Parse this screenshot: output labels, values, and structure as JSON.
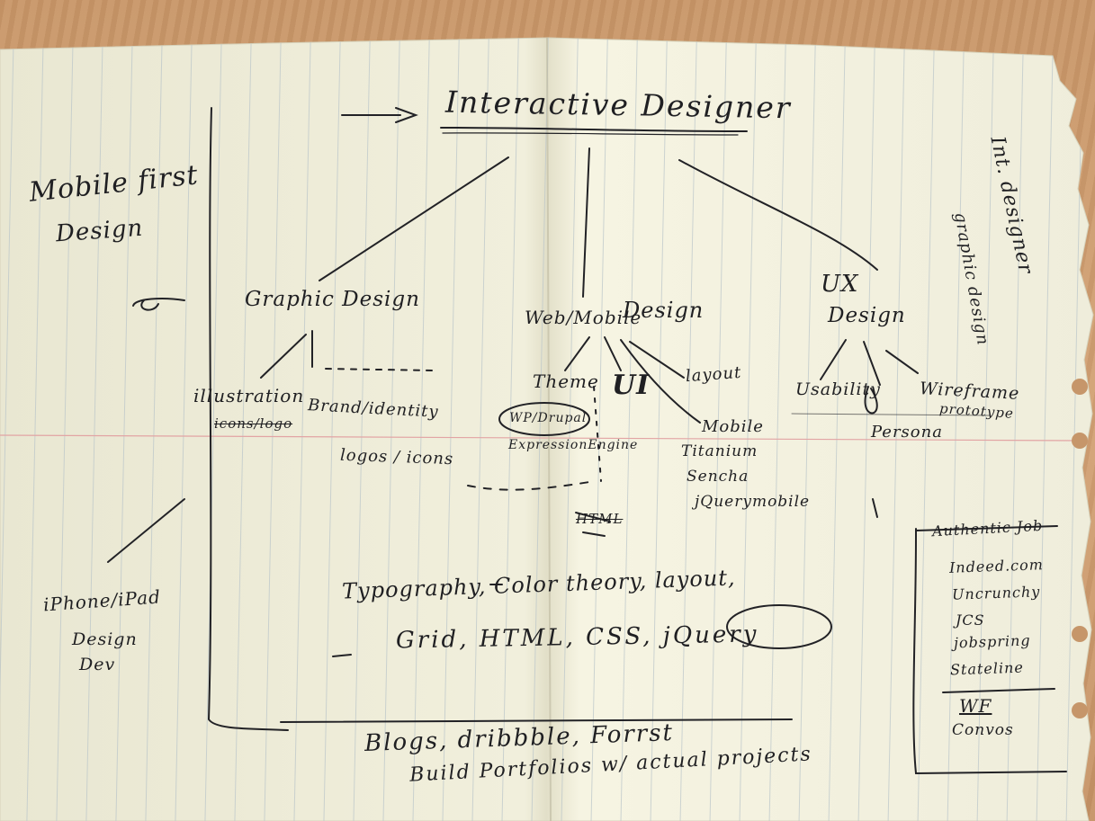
{
  "sketch": {
    "title": "Interactive Designer",
    "left_notes": {
      "line1": "Mobile first",
      "line2": "Design"
    },
    "right_vertical": {
      "line1": "Int. designer",
      "line2": "graphic design"
    },
    "branches": {
      "graphic": {
        "label": "Graphic Design",
        "illustration": "illustration",
        "illustration_sub": "icons/logo",
        "brand": "Brand/identity",
        "logos": "logos / icons"
      },
      "web": {
        "label_web": "Web/Mobile",
        "label_design": "Design",
        "theme": "Theme",
        "ui": "UI",
        "layout": "layout",
        "wp": "WP/Drupal",
        "expression": "ExpressionEngine",
        "mobile": "Mobile",
        "titanium": "Titanium",
        "sencha": "Sencha",
        "jquerymobile": "jQuerymobile",
        "html": "HTML"
      },
      "ux": {
        "label_ux": "UX",
        "label_design": "Design",
        "usability": "Usability",
        "wireframe": "Wireframe",
        "prototype": "prototype",
        "persona": "Persona"
      }
    },
    "ipad": {
      "line1": "iPhone/iPad",
      "line2": "Design",
      "line3": "Dev"
    },
    "skills": {
      "line1": "Typography, Color theory, layout,",
      "line2": "Grid, HTML, CSS, jQuery"
    },
    "portfolio": {
      "line1": "Blogs, dribbble, Forrst",
      "line2": "Build Portfolios w/ actual projects"
    },
    "box": {
      "items": [
        "Authentic Job",
        "Indeed.com",
        "Uncrunchy",
        "JCS",
        "jobspring",
        "Stateline"
      ],
      "footer1": "WF",
      "footer2": "Convos"
    }
  }
}
